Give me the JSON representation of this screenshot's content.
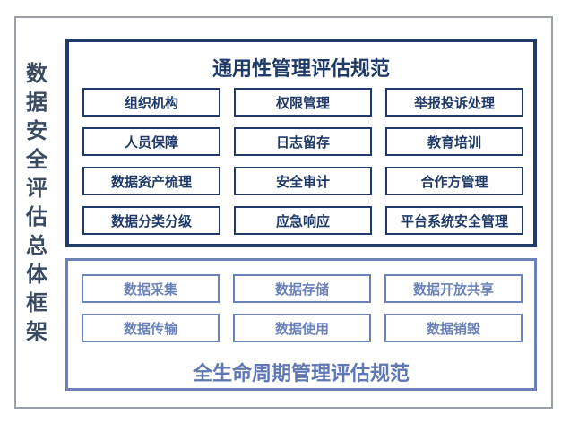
{
  "side_title": [
    "数",
    "据",
    "安",
    "全",
    "评",
    "估",
    "总",
    "体",
    "框",
    "架"
  ],
  "general": {
    "title": "通用性管理评估规范",
    "items": [
      "组织机构",
      "权限管理",
      "举报投诉处理",
      "人员保障",
      "日志留存",
      "教育培训",
      "数据资产梳理",
      "安全审计",
      "合作方管理",
      "数据分类分级",
      "应急响应",
      "平台系统安全管理"
    ]
  },
  "lifecycle": {
    "title": "全生命周期管理评估规范",
    "items": [
      "数据采集",
      "数据存储",
      "数据开放共享",
      "数据传输",
      "数据使用",
      "数据销毁"
    ]
  },
  "colors": {
    "general_border": "#1f3a68",
    "lifecycle_border": "#6a82b8",
    "outer_border": "#9a9fa8"
  }
}
